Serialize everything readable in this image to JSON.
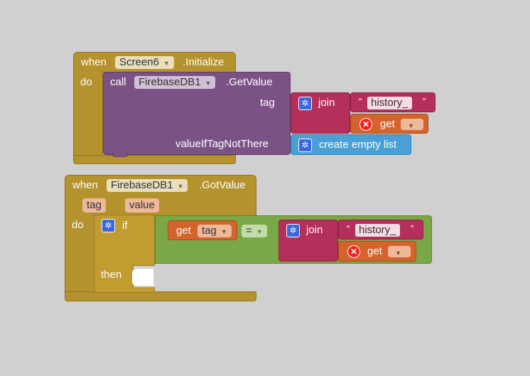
{
  "block1": {
    "when": "when",
    "component": "Screen6",
    "event": ".Initialize",
    "do": "do",
    "call": "call",
    "db_component": "FirebaseDB1",
    "method": ".GetValue",
    "tag_label": "tag",
    "join": "join",
    "open_quote": "“",
    "string_value": "history_",
    "close_quote": "”",
    "get": "get",
    "value_if_label": "valueIfTagNotThere",
    "create_empty_list": "create empty list"
  },
  "block2": {
    "when": "when",
    "component": "FirebaseDB1",
    "event": ".GotValue",
    "param_tag": "tag",
    "param_value": "value",
    "do": "do",
    "if": "if",
    "get": "get",
    "get_var": "tag",
    "op": "=",
    "join": "join",
    "open_quote": "“",
    "string_value": "history_",
    "close_quote": "”",
    "get2": "get",
    "then": "then"
  },
  "colors": {
    "control": "#b4922e",
    "component": "#7b5286",
    "text": "#b52f5b",
    "lists": "#4aa0d4",
    "variables": "#d4632c",
    "logic": "#7ba847"
  }
}
